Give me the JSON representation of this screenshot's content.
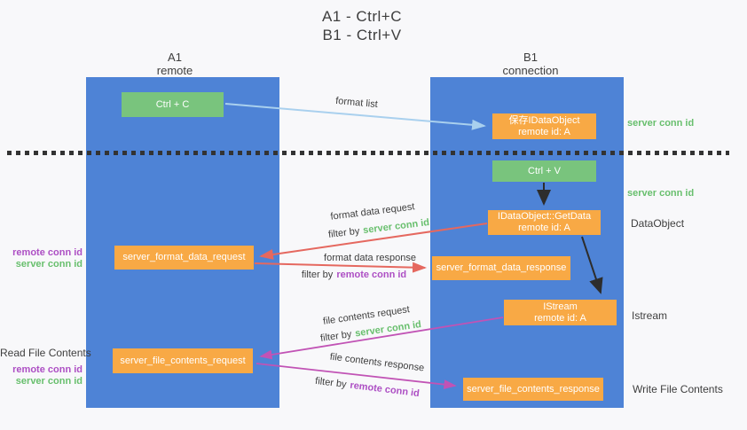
{
  "title": {
    "line1": "A1 - Ctrl+C",
    "line2": "B1 - Ctrl+V"
  },
  "columns": {
    "a1": {
      "name": "A1",
      "role": "remote"
    },
    "b1": {
      "name": "B1",
      "role": "connection"
    }
  },
  "nodes": {
    "ctrl_c": {
      "label": "Ctrl + C"
    },
    "ctrl_v": {
      "label": "Ctrl + V"
    },
    "save_dataobject": {
      "line1": "保存IDataObject",
      "line2": "remote id: A"
    },
    "getdata": {
      "line1": "IDataObject::GetData",
      "line2": "remote id: A"
    },
    "istream": {
      "line1": "IStream",
      "line2": "remote id: A"
    },
    "format_request": {
      "label": "server_format_data_request"
    },
    "format_response": {
      "label": "server_format_data_response"
    },
    "file_request": {
      "label": "server_file_contents_request"
    },
    "file_response": {
      "label": "server_file_contents_response"
    }
  },
  "flow_labels": {
    "format_list": "format list",
    "format_data_request": "format data request",
    "format_data_response": "format data response",
    "file_contents_request": "file contents request",
    "file_contents_response": "file contents response",
    "filter_by": "filter by",
    "server_conn_id": "server conn id",
    "remote_conn_id": "remote conn id"
  },
  "side_labels": {
    "right_server_conn_1": "server conn id",
    "right_server_conn_2": "server conn id",
    "dataobject": "DataObject",
    "istream": "Istream",
    "write_file_contents": "Write File Contents",
    "read_file_contents": "Read File Contents",
    "left_remote_conn_1": "remote conn id",
    "left_server_conn_1": "server conn id",
    "left_remote_conn_2": "remote conn id",
    "left_server_conn_2": "server conn id"
  },
  "colors": {
    "lane_blue": "#4e83d6",
    "node_orange": "#f8a945",
    "node_green": "#79c47d",
    "server_conn_green": "#68bf6d",
    "remote_conn_purple": "#ad4fc4",
    "format_arrow_red": "#e5685f",
    "file_arrow_magenta": "#c153b5",
    "format_list_arrow_blue": "#a9d0ee",
    "sync_arrow_black": "#2d2d2d"
  }
}
